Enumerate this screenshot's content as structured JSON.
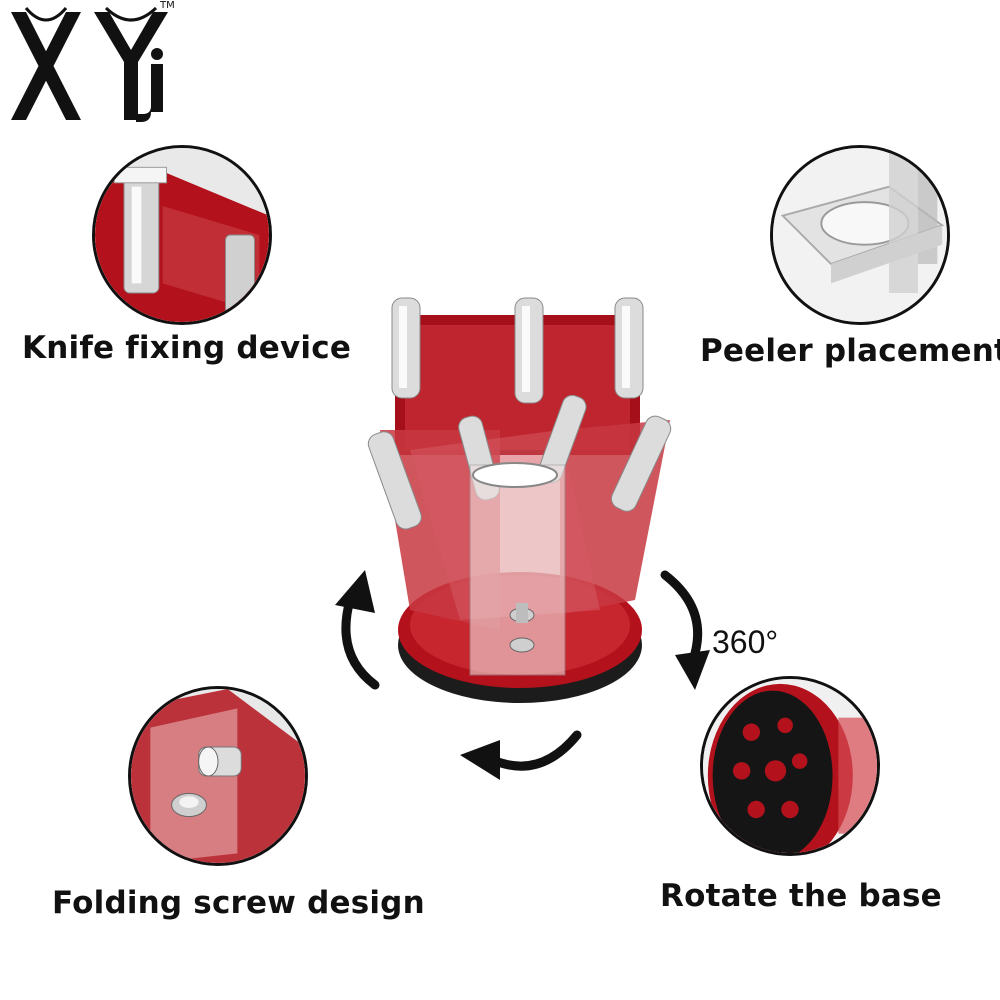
{
  "brand": {
    "logo_text": "XYj",
    "trademark": "TM"
  },
  "features": [
    {
      "id": "knife-fixing",
      "caption": "Knife fixing device"
    },
    {
      "id": "peeler",
      "caption": "Peeler placement"
    },
    {
      "id": "folding-screw",
      "caption": "Folding screw design"
    },
    {
      "id": "rotate-base",
      "caption": "Rotate the base"
    }
  ],
  "rotation": {
    "degree_label": "360°"
  },
  "colors": {
    "acrylic_red": "#b3121c",
    "text": "#111111",
    "steel": "#d9d9d9"
  }
}
